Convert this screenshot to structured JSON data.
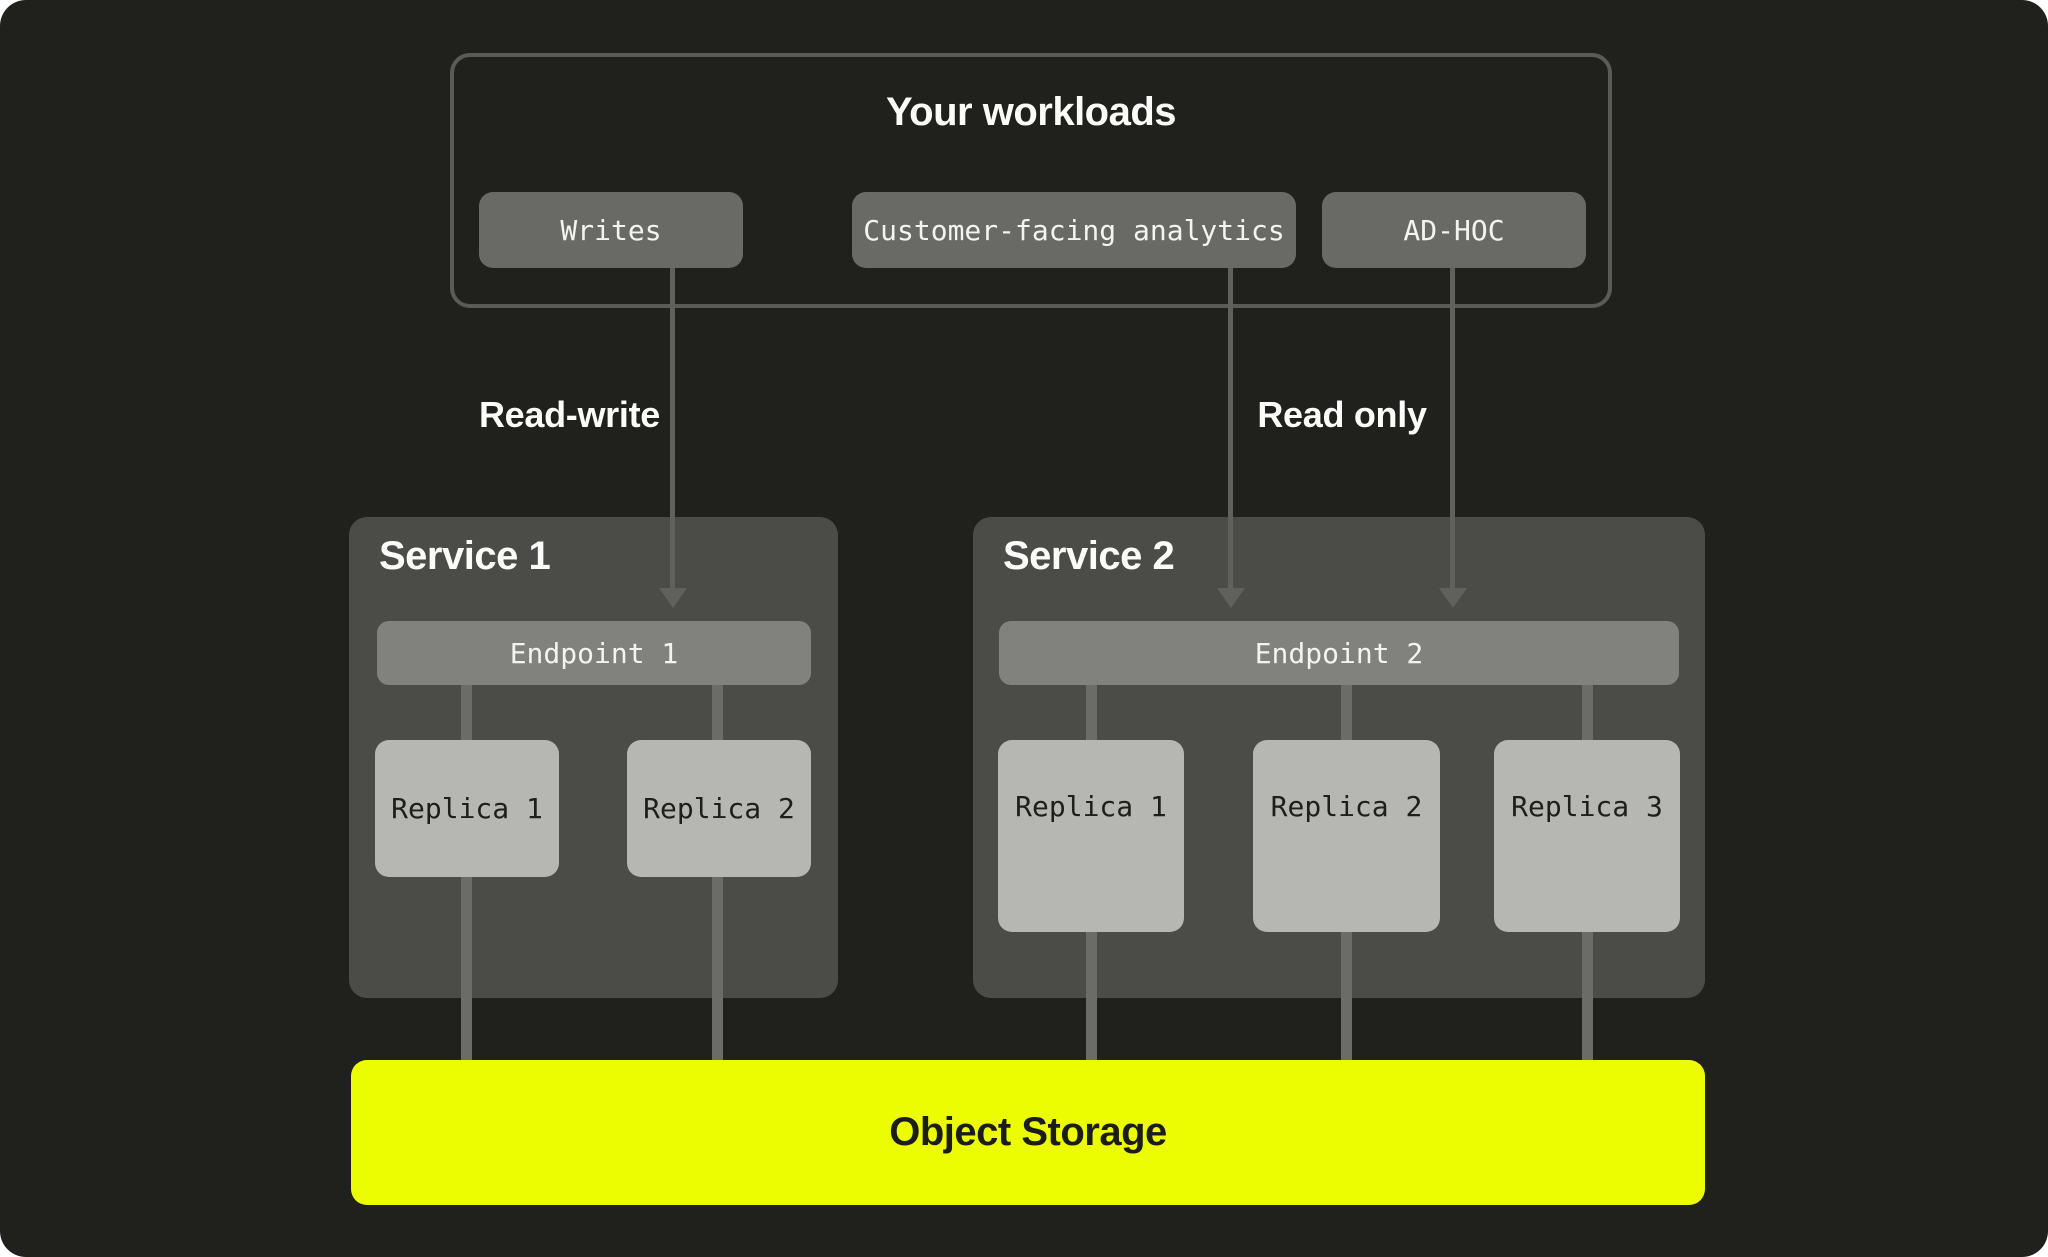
{
  "diagram": {
    "workloads": {
      "title": "Your workloads",
      "chips": [
        {
          "label": "Writes"
        },
        {
          "label": "Customer-facing analytics"
        },
        {
          "label": "AD-HOC"
        }
      ]
    },
    "flow_labels": {
      "read_write": "Read-write",
      "read_only": "Read only"
    },
    "services": [
      {
        "title": "Service 1",
        "endpoint_label": "Endpoint 1",
        "replicas": [
          {
            "label": "Replica 1"
          },
          {
            "label": "Replica 2"
          }
        ]
      },
      {
        "title": "Service 2",
        "endpoint_label": "Endpoint 2",
        "replicas": [
          {
            "label": "Replica 1"
          },
          {
            "label": "Replica 2"
          },
          {
            "label": "Replica 3"
          }
        ]
      }
    ],
    "storage": {
      "label": "Object Storage"
    },
    "colors": {
      "background": "#20211c",
      "panel_border": "#5a5a56",
      "service_panel": "#4b4b48",
      "workload_chip": "#696966",
      "endpoint_bar": "#81817e",
      "replica_node": "#b6b6b3",
      "storage_accent": "#ebfd00",
      "connector_pipe": "#6c6c67",
      "flow_arrow": "#60615a"
    }
  }
}
